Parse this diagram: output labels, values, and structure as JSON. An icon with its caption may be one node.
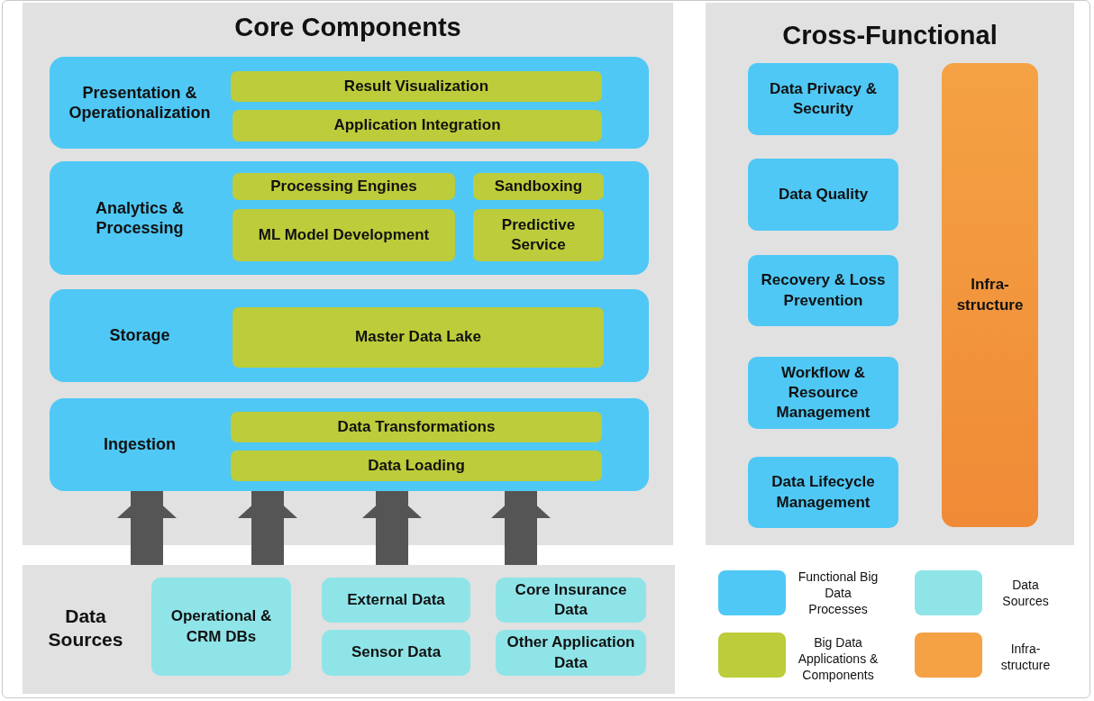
{
  "diagram": {
    "nodes": [
      {
        "text": [
          "Core Components"
        ]
      },
      {
        "text": [
          "Presentation & Operationalization"
        ],
        "in": 0
      },
      {
        "text": [
          "Result Visualization"
        ],
        "in": 1
      },
      {
        "text": [
          "Application Integration"
        ],
        "in": 1
      },
      {
        "text": [
          "Analytics & Processing"
        ],
        "in": 0
      },
      {
        "text": [
          "Processing Engines"
        ],
        "in": 4
      },
      {
        "text": [
          "Sandboxing"
        ],
        "in": 4
      },
      {
        "text": [
          "ML Model Development"
        ],
        "in": 4
      },
      {
        "text": [
          "Predictive Service"
        ],
        "in": 4
      },
      {
        "text": [
          "Storage"
        ],
        "in": 0
      },
      {
        "text": [
          "Master Data Lake"
        ],
        "in": 9
      },
      {
        "text": [
          "Ingestion"
        ],
        "in": 0
      },
      {
        "text": [
          "Data Transformations"
        ],
        "in": 11
      },
      {
        "text": [
          "Data Loading"
        ],
        "in": 11
      },
      {
        "text": [
          "Cross-Functional"
        ]
      },
      {
        "text": [
          "Data Privacy & Security"
        ],
        "in": 14
      },
      {
        "text": [
          "Data Quality"
        ],
        "in": 14
      },
      {
        "text": [
          "Recovery & Loss Prevention"
        ],
        "in": 14
      },
      {
        "text": [
          "Workflow & Resource Management"
        ],
        "in": 14
      },
      {
        "text": [
          "Data Lifecycle Management"
        ],
        "in": 14
      },
      {
        "text": [
          "Infra- structure"
        ],
        "in": 14
      },
      {
        "text": [
          "Data Sources"
        ]
      },
      {
        "text": [
          "Operational & CRM DBs"
        ],
        "in": 21
      },
      {
        "text": [
          "External Data"
        ],
        "in": 21
      },
      {
        "text": [
          "Sensor Data"
        ],
        "in": 21
      },
      {
        "text": [
          "Core Insurance Data"
        ],
        "in": 21
      },
      {
        "text": [
          "Other Application Data"
        ],
        "in": 21
      }
    ],
    "edges": [
      {
        "from": 21,
        "to": 11,
        "arrow": "to"
      },
      {
        "from": 21,
        "to": 11,
        "arrow": "to"
      },
      {
        "from": 21,
        "to": 11,
        "arrow": "to"
      },
      {
        "from": 21,
        "to": 11,
        "arrow": "to"
      }
    ],
    "legend": [
      {
        "text": "Functional Big Data Processes",
        "color": "#4fc8f5"
      },
      {
        "text": "Data Sources",
        "color": "#8fe4e8"
      },
      {
        "text": "Big Data Applications & Components",
        "color": "#bccc3a"
      },
      {
        "text": "Infra- structure",
        "color": "#f4a244"
      }
    ]
  }
}
